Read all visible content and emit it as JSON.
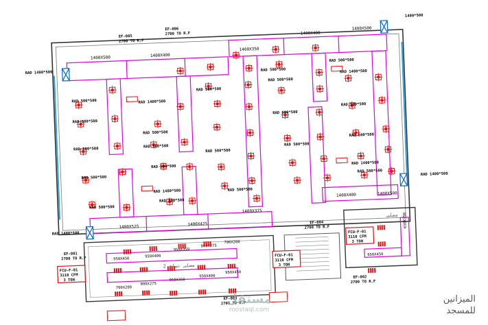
{
  "caption": {
    "line1": "الميزانين",
    "line2": "للمسجد"
  },
  "watermark": {
    "main": "مستقل",
    "sub": "mostaql.com"
  },
  "colors": {
    "duct": "#e000e0",
    "diffuser": "#e01010",
    "text": "#000000",
    "wall": "#333333",
    "fan": "#0066cc"
  },
  "labels": {
    "exhaust_left": "EF-005",
    "exhaust_left_sub": "2700 TO R.F",
    "exhaust_mid": "EF-006",
    "exhaust_mid_sub": "2700 TO R.F",
    "exhaust_right_frac": "1400*500",
    "rad_left": "RAD 1400*500",
    "duct_top_left": "1400X500",
    "duct_top_left2": "1400X400",
    "duct_top_right": "1400X350",
    "duct_top_right2": "1400X400",
    "duct_top_right3": "1400X500",
    "duct_bottom_1": "1400X525",
    "duct_bottom_2": "1400X425",
    "duct_bottom_3": "1400X375",
    "duct_right_bottom": "1400X400",
    "duct_right_bottom2": "1400X500",
    "rad_small": "RAD 500*500",
    "rad_big": "RAD 1400*500",
    "right_rad": "RAD 1400*500",
    "left_lower_rad": "RAD 1400*500",
    "ef_bottom_left": "EF-001",
    "ef_bottom_left_sub": "2700 TO R.F",
    "fcu_left": "FCU-F-01",
    "fcu_left_cfm": "3110 CFM",
    "fcu_left_ton": "3 TON",
    "fcu_mid": "FCU-F-01",
    "fcu_mid_cfm": "3110 CFM",
    "fcu_mid_ton": "3 TON",
    "fcu_right": "FCU-F-01",
    "fcu_right_cfm": "3110 CFM",
    "fcu_right_ton": "3 TON",
    "ef_right": "EF-004",
    "ef_right_sub": "2700 TO R.F",
    "ef_bottom": "EF-002",
    "ef_bottom_sub": "2700 TO R.F",
    "ef_bottom2": "EF-003",
    "ef_bottom2_sub": "2700 TO R.F",
    "room_left": "مصلى نساء 2",
    "room_right": "مصلى",
    "mezz_ducts": [
      "950X450",
      "950X400",
      "950X350",
      "800X275",
      "700X200",
      "950X450",
      "950X400",
      "950X350",
      "800X275",
      "700X200"
    ],
    "duct_right_room": "650X450",
    "duct_right_room_v": "650X350"
  }
}
